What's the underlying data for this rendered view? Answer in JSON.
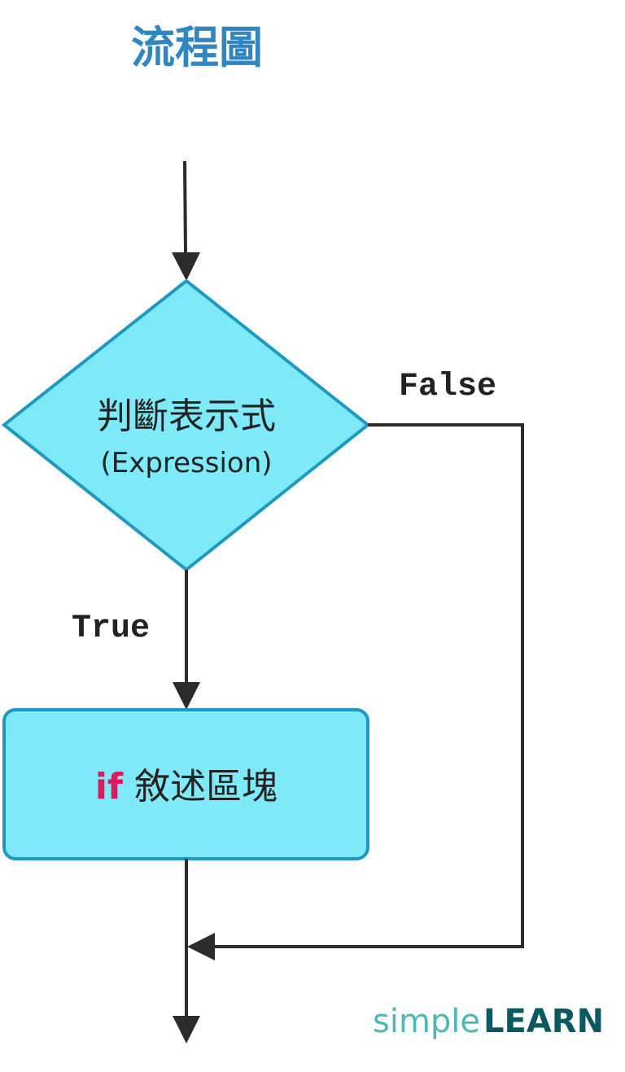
{
  "title": "流程圖",
  "decision": {
    "label": "判斷表示式",
    "sublabel": "(Expression)"
  },
  "branches": {
    "true_label": "True",
    "false_label": "False"
  },
  "block": {
    "keyword": "if",
    "label": " 敘述區塊"
  },
  "logo": {
    "part1": "simple",
    "part2": "LEARN"
  },
  "colors": {
    "shape_fill": "#7eeaf7",
    "shape_stroke": "#1e9ac2",
    "line": "#2b2b2b",
    "title": "#2f86c0",
    "keyword": "#e0185f"
  }
}
